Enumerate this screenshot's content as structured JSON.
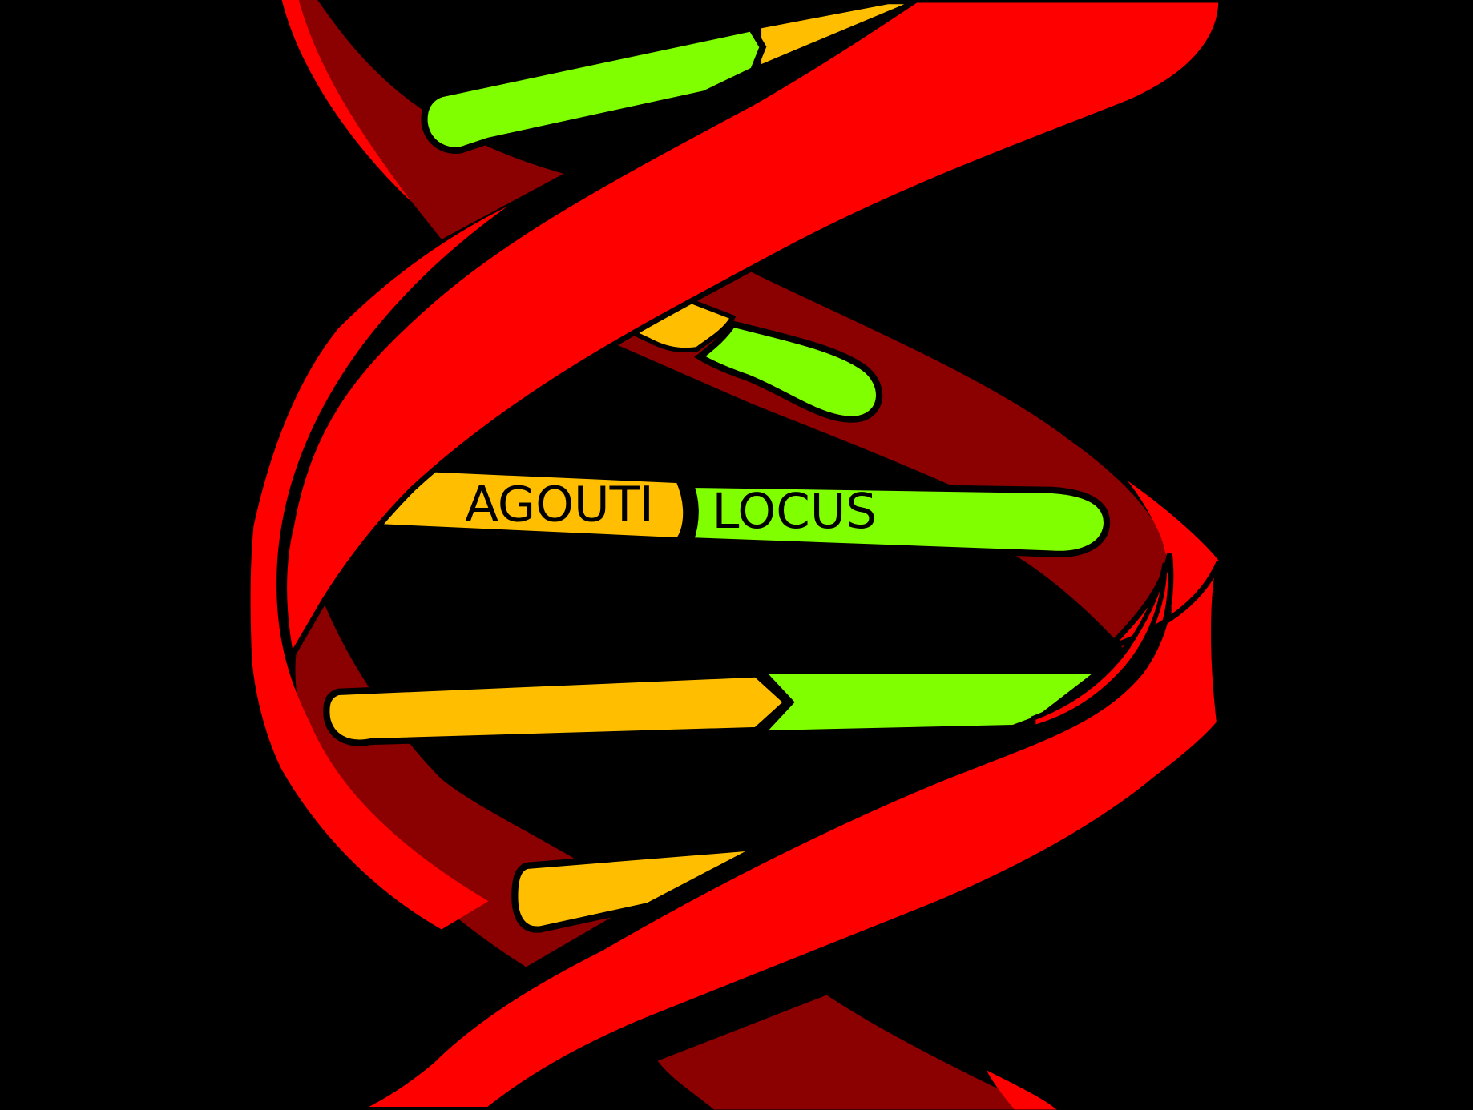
{
  "diagram": {
    "subject": "DNA double helix",
    "labels": {
      "left": "AGOUTI",
      "right": "LOCUS"
    },
    "colors": {
      "background": "#000000",
      "front_strand": "#ff0000",
      "back_strand": "#8b0000",
      "base_a": "#ffbf00",
      "base_b": "#7fff00",
      "outline": "#000000"
    },
    "base_pairs": [
      {
        "id": 1,
        "left_color": "green",
        "right_color": "orange"
      },
      {
        "id": 2,
        "left_color": "orange",
        "right_color": "green"
      },
      {
        "id": 3,
        "left_color": "orange",
        "right_color": "green",
        "labeled": true
      },
      {
        "id": 4,
        "left_color": "orange",
        "right_color": "green"
      },
      {
        "id": 5,
        "left_color": "orange",
        "right_color": "none"
      }
    ]
  }
}
